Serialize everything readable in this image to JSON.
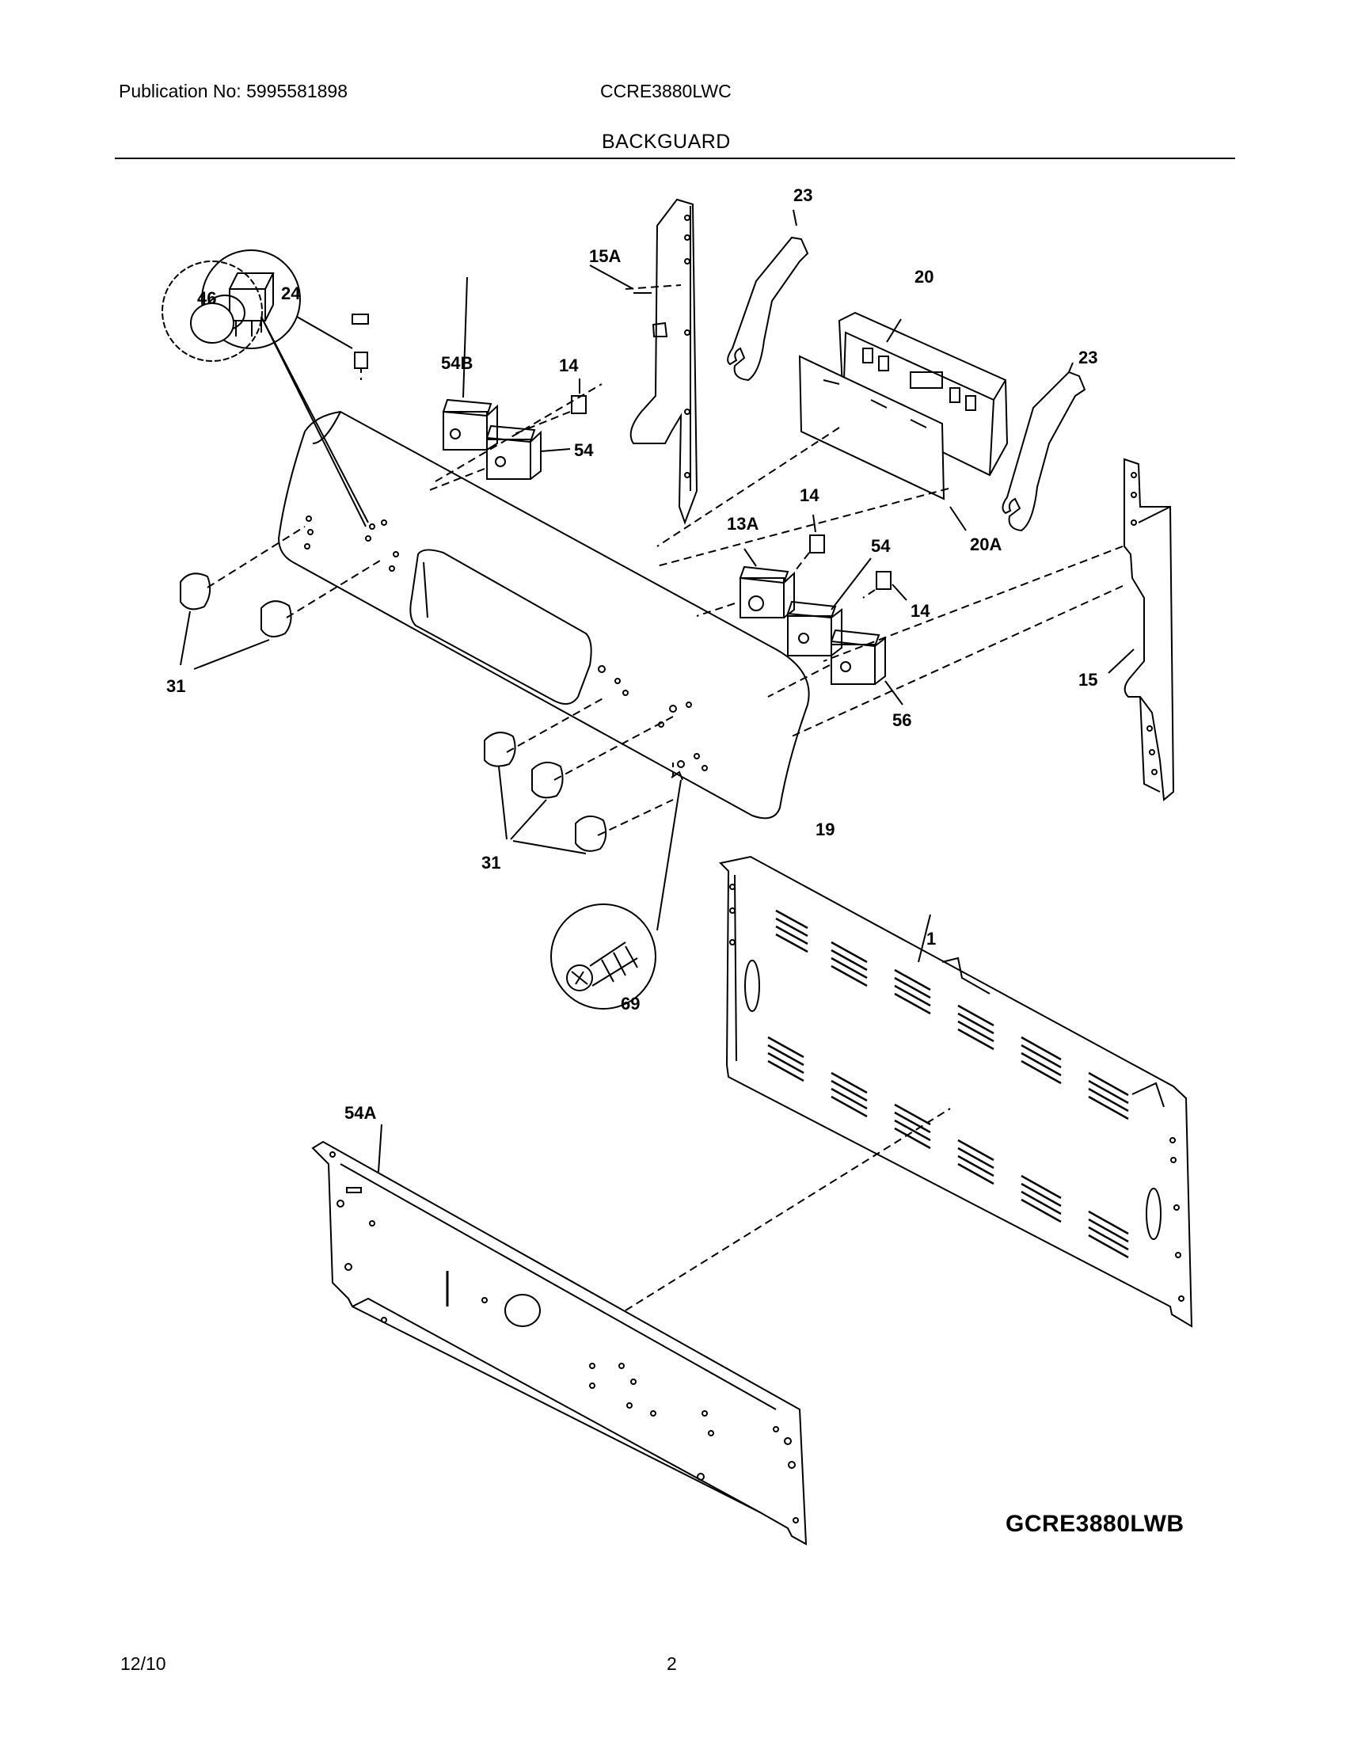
{
  "header": {
    "publication": "Publication No: 5995581898",
    "model": "CCRE3880LWC",
    "section_title": "BACKGUARD"
  },
  "callouts": [
    "1",
    "13A",
    "14",
    "14",
    "14",
    "15",
    "15A",
    "19",
    "20",
    "20A",
    "23",
    "23",
    "24",
    "31",
    "31",
    "46",
    "54",
    "54",
    "54A",
    "54B",
    "56",
    "69"
  ],
  "variant_label": "GCRE3880LWB",
  "footer": {
    "date": "12/10",
    "page_number": "2"
  }
}
